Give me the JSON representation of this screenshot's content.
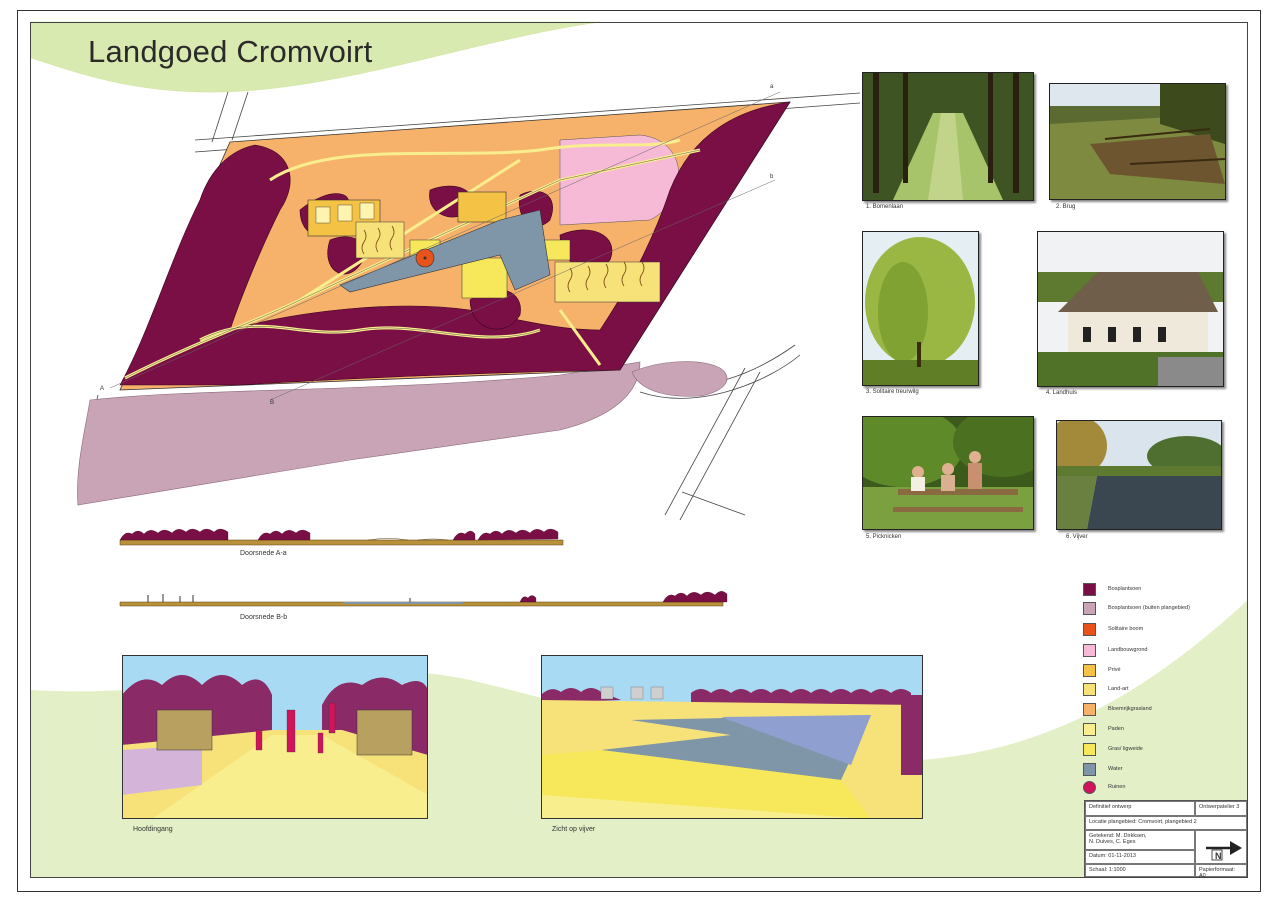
{
  "title": "Landgoed Cromvoirt",
  "plan_markers": {
    "a": "a",
    "b": "b",
    "A": "A",
    "B": "B"
  },
  "photos": [
    {
      "caption": "1. Bomenlaan"
    },
    {
      "caption": "2. Brug"
    },
    {
      "caption": "3. Solitaire treurwilg"
    },
    {
      "caption": "4. Landhuis"
    },
    {
      "caption": "5. Picknicken"
    },
    {
      "caption": "6. Vijver"
    }
  ],
  "sections": [
    {
      "label": "Doorsnede A-a"
    },
    {
      "label": "Doorsnede B-b"
    }
  ],
  "views": [
    {
      "label": "Hoofdingang"
    },
    {
      "label": "Zicht op vijver"
    }
  ],
  "legend": [
    {
      "label": "Bosplantsoen",
      "color": "#7a0f45"
    },
    {
      "label": "Bosplantsoen (buiten plangebied)",
      "color": "#c9a3b6"
    },
    {
      "label": "Solitaire boom",
      "color": "#e8531c"
    },
    {
      "label": "Landbouwgrond",
      "color": "#f6b9d6"
    },
    {
      "label": "Privé",
      "color": "#f4c244"
    },
    {
      "label": "Land-art",
      "color": "#f7e27a"
    },
    {
      "label": "Bloemrijkgrasland",
      "color": "#f6b26b"
    },
    {
      "label": "Paden",
      "color": "#f8ee8e"
    },
    {
      "label": "Gras/ ligweide",
      "color": "#f6e85a"
    },
    {
      "label": "Water",
      "color": "#7f96a8"
    },
    {
      "label": "Ruinen",
      "color": "#d0135a"
    }
  ],
  "title_block": {
    "design": "Definitief ontwerp",
    "atelier": "Ontwerpatelier 3",
    "location": "Locatie plangebied: Cromvoirt, plangebied 2",
    "drawn_by_1": "Getekend: M. Dirkksen,",
    "drawn_by_2": "N. Duives, C. Eges",
    "date": "Datum: 01-11-2013",
    "scale": "Schaal: 1:1000",
    "format": "Papierformaat: A0",
    "north": "N"
  },
  "colors": {
    "forest": "#7a0f45",
    "forest_outside": "#c9a3b6",
    "meadow": "#f6b26b",
    "path": "#f8ee8e",
    "water": "#7f96a8",
    "accent_green": "#cfe4a3"
  }
}
